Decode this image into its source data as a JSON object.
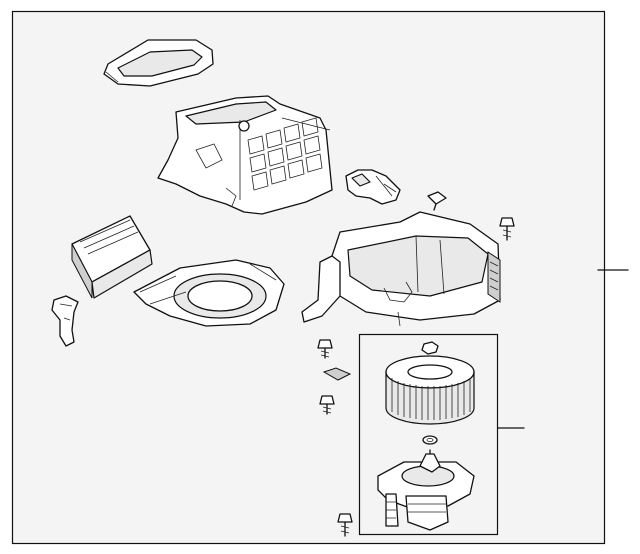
{
  "diagram": {
    "parts": [
      {
        "id": "seal-gasket",
        "label": ""
      },
      {
        "id": "upper-blower-case",
        "label": ""
      },
      {
        "id": "cabin-air-filter",
        "label": ""
      },
      {
        "id": "lower-case-cover",
        "label": ""
      },
      {
        "id": "filter-door-clip",
        "label": ""
      },
      {
        "id": "resistor-connector",
        "label": ""
      },
      {
        "id": "case-screw",
        "label": ""
      },
      {
        "id": "blower-housing",
        "label": ""
      },
      {
        "id": "mounting-screws",
        "label": ""
      },
      {
        "id": "fan-wheel",
        "label": ""
      },
      {
        "id": "fan-nut",
        "label": ""
      },
      {
        "id": "washer",
        "label": ""
      },
      {
        "id": "blower-motor",
        "label": ""
      }
    ],
    "callouts": [
      {
        "id": "callout-housing",
        "text": ""
      },
      {
        "id": "callout-motor-assembly",
        "text": ""
      }
    ]
  },
  "colors": {
    "line": "#111111",
    "background": "#ffffff",
    "part_fill": "#e9e9e9"
  }
}
